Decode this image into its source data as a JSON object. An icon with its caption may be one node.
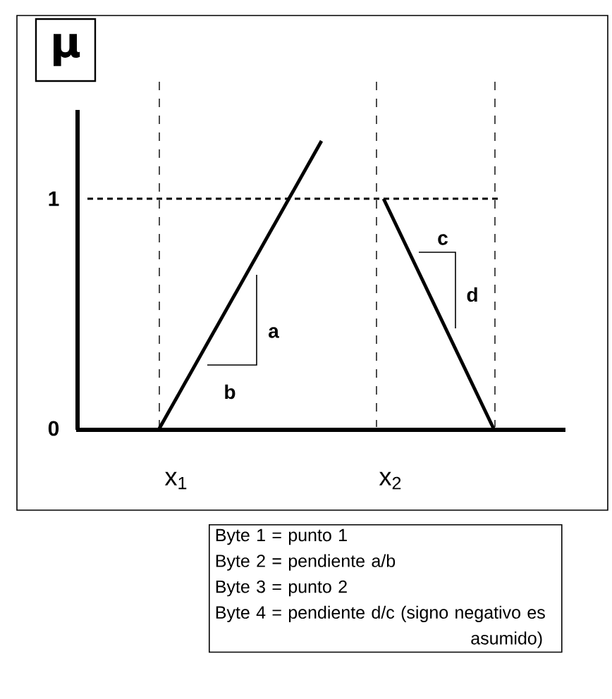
{
  "diagram": {
    "nodes": [
      {
        "text": [
          "μ"
        ]
      },
      {
        "text": [
          "Byte 1 = punto 1",
          "Byte 2 = pendiente a/b",
          "Byte 3 = punto 2",
          "Byte 4 = pendiente d/c (signo negativo es asumido)"
        ]
      }
    ],
    "labels": [
      "1",
      "0",
      "a",
      "b",
      "c",
      "d",
      "x$_{1}$",
      "x$_{2}$"
    ]
  }
}
